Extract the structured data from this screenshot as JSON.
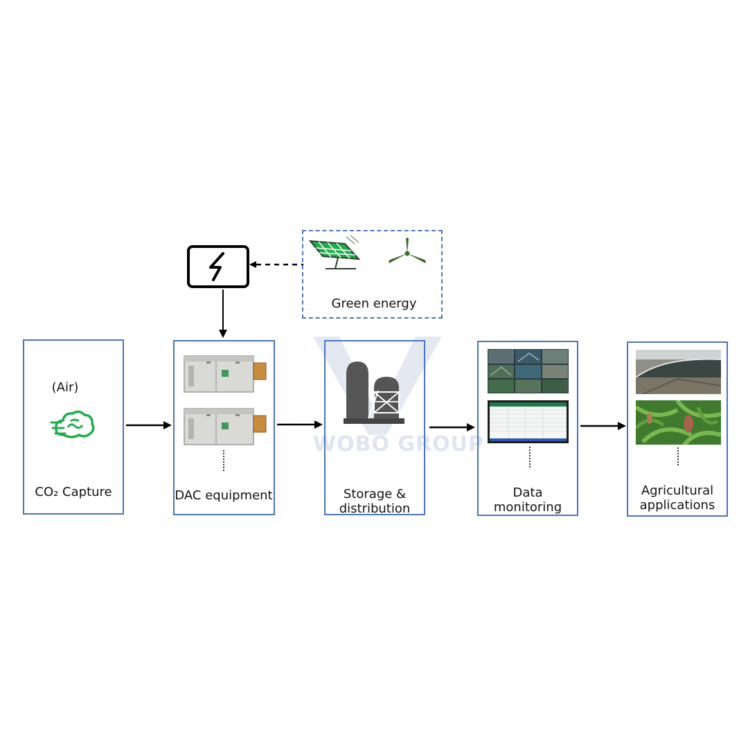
{
  "energy": {
    "label": "Green energy"
  },
  "watermark": {
    "text": "WOBO GROUP"
  },
  "steps": [
    {
      "label": "CO₂ Capture",
      "sub": "(Air)"
    },
    {
      "label": "DAC equipment"
    },
    {
      "label": "Storage &",
      "label2": "distribution"
    },
    {
      "label": "Data",
      "label2": "monitoring"
    },
    {
      "label": "Agricultural",
      "label2": "applications"
    }
  ],
  "colors": {
    "box_border": "#4a73bf",
    "accent_green": "#1fae4b",
    "dark_green": "#3f6b2e"
  },
  "icons": {
    "power_unit": "lightning-bolt-icon",
    "solar": "solar-panel-icon",
    "wind": "wind-turbine-icon",
    "co2": "co2-cloud-icon",
    "storage": "silo-tank-icon"
  }
}
